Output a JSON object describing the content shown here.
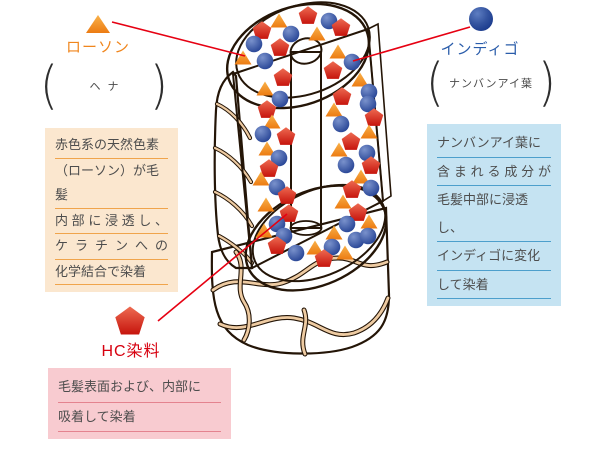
{
  "background": "#FFFFFF",
  "colors": {
    "lawsone_orange": "#F0861D",
    "indigo_blue": "#2A5CAA",
    "hc_red": "#D7000F",
    "connector_red": "#E60012",
    "peach_box_bg": "#FBE7CF",
    "peach_underline": "#F0A44B",
    "blue_box_bg": "#C5E3F2",
    "blue_underline": "#4D9FCC",
    "pink_box_bg": "#F8CBD0",
    "pink_underline": "#E4838F",
    "cortex_cream": "#F6EEDA",
    "cuticle_brown": "#A5744A",
    "cuticle_rim_tan": "#EECBA2",
    "medulla_gray": "#8D9194"
  },
  "lawsone": {
    "icon": "orange-triangle",
    "label": "ローソン",
    "paren_open": "(",
    "source_name": "ヘナ",
    "paren_close": ")",
    "box_lines": [
      "赤色系の天然色素",
      "（ローソン）が毛髪",
      "内部に浸透し、",
      "ケラチンへの",
      "化学結合で染着"
    ]
  },
  "indigo": {
    "icon": "blue-sphere",
    "label": "インディゴ",
    "paren_open": "(",
    "source_name": "ナンバンアイ葉",
    "paren_close": ")",
    "box_lines": [
      "ナンバンアイ葉に",
      "含まれる成分が",
      "毛髪中部に浸透し、",
      "インディゴに変化",
      "して染着"
    ]
  },
  "hc_dye": {
    "icon": "red-pentagon",
    "label": "HC染料",
    "box_lines": [
      "毛髪表面および、内部に",
      "吸着して染着"
    ]
  },
  "illustration": {
    "subject": "hair-shaft-cutaway",
    "particle_types": {
      "t": "lawsone-triangle",
      "c": "indigo-circle",
      "p": "hc-pentagon"
    },
    "particles": [
      [
        279,
        21,
        "t"
      ],
      [
        308,
        16,
        "p"
      ],
      [
        329,
        21,
        "c"
      ],
      [
        262,
        31,
        "p"
      ],
      [
        291,
        34,
        "c"
      ],
      [
        317,
        34,
        "t"
      ],
      [
        341,
        28,
        "p"
      ],
      [
        254,
        44,
        "c"
      ],
      [
        280,
        48,
        "p"
      ],
      [
        243,
        58,
        "t"
      ],
      [
        265,
        61,
        "c"
      ],
      [
        338,
        52,
        "t"
      ],
      [
        352,
        62,
        "c"
      ],
      [
        333,
        71,
        "p"
      ],
      [
        360,
        80,
        "t"
      ],
      [
        369,
        92,
        "c"
      ],
      [
        283,
        78,
        "p"
      ],
      [
        265,
        89,
        "t"
      ],
      [
        280,
        99,
        "c"
      ],
      [
        267,
        110,
        "p"
      ],
      [
        272,
        122,
        "t"
      ],
      [
        263,
        134,
        "c"
      ],
      [
        286,
        137,
        "p"
      ],
      [
        267,
        149,
        "t"
      ],
      [
        279,
        158,
        "c"
      ],
      [
        269,
        169,
        "p"
      ],
      [
        261,
        179,
        "t"
      ],
      [
        277,
        187,
        "c"
      ],
      [
        287,
        196,
        "p"
      ],
      [
        266,
        205,
        "t"
      ],
      [
        289,
        214,
        "p"
      ],
      [
        277,
        224,
        "c"
      ],
      [
        264,
        231,
        "t"
      ],
      [
        284,
        236,
        "c"
      ],
      [
        342,
        97,
        "p"
      ],
      [
        368,
        104,
        "c"
      ],
      [
        334,
        110,
        "t"
      ],
      [
        374,
        118,
        "p"
      ],
      [
        341,
        124,
        "c"
      ],
      [
        369,
        132,
        "t"
      ],
      [
        351,
        142,
        "p"
      ],
      [
        367,
        153,
        "c"
      ],
      [
        339,
        150,
        "t"
      ],
      [
        371,
        166,
        "p"
      ],
      [
        346,
        165,
        "c"
      ],
      [
        361,
        177,
        "t"
      ],
      [
        352,
        190,
        "p"
      ],
      [
        371,
        188,
        "c"
      ],
      [
        343,
        202,
        "t"
      ],
      [
        358,
        213,
        "p"
      ],
      [
        369,
        222,
        "t"
      ],
      [
        347,
        224,
        "c"
      ],
      [
        334,
        233,
        "t"
      ],
      [
        356,
        240,
        "c"
      ],
      [
        277,
        246,
        "p"
      ],
      [
        296,
        253,
        "c"
      ],
      [
        315,
        248,
        "t"
      ],
      [
        332,
        247,
        "c"
      ],
      [
        324,
        259,
        "p"
      ],
      [
        345,
        253,
        "t"
      ],
      [
        368,
        236,
        "c"
      ]
    ],
    "connector_lines": [
      [
        112,
        22,
        245,
        56
      ],
      [
        470,
        27,
        353,
        61
      ],
      [
        158,
        321,
        287,
        214
      ]
    ]
  }
}
